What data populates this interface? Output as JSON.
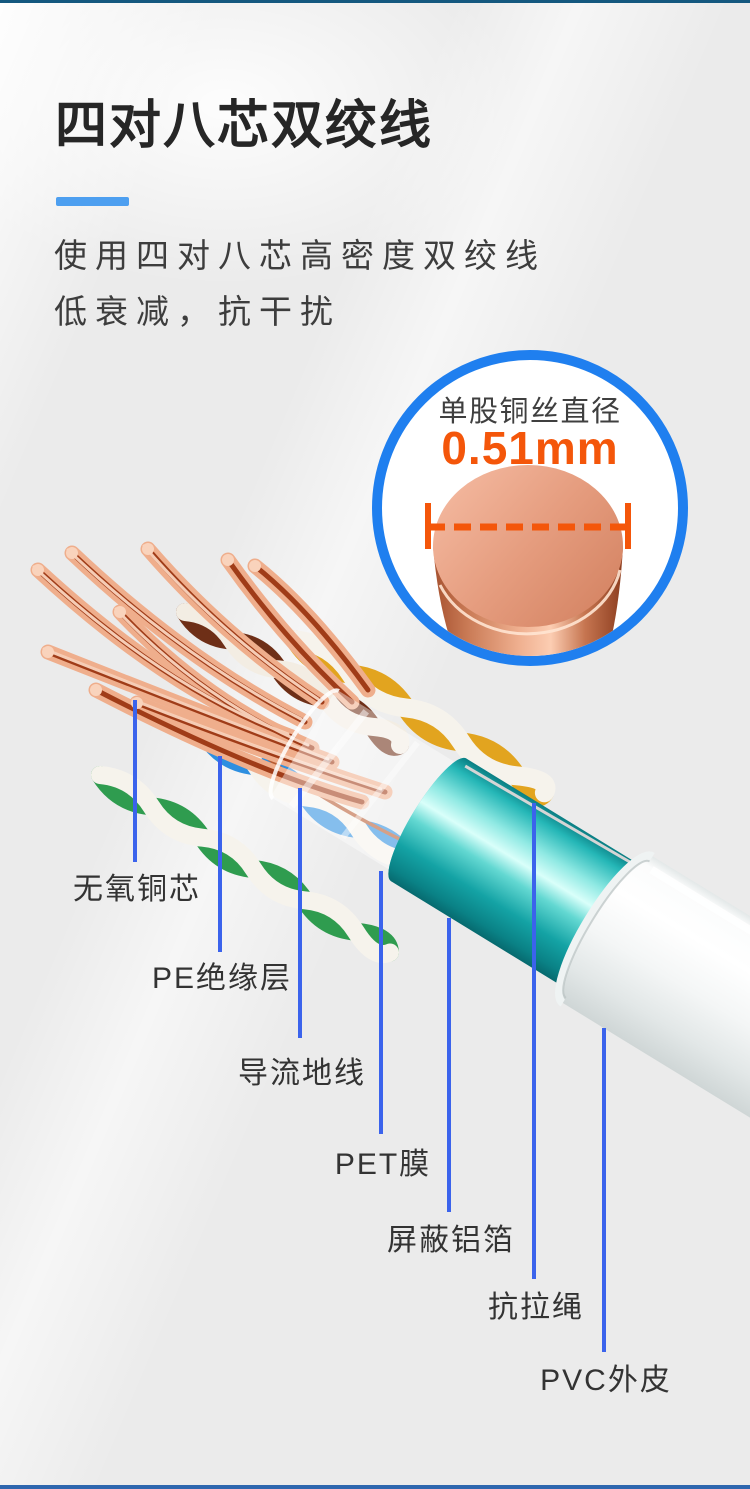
{
  "page": {
    "background": "#EBEBEB",
    "top_rule_color": "#14587F",
    "bottom_rule_color": "#2E66AE"
  },
  "header": {
    "title": "四对八芯双绞线",
    "accent_bar_color": "#4D9FF0",
    "subtitle_lines": [
      "使用四对八芯高密度双绞线",
      "低衰减，抗干扰"
    ]
  },
  "magnifier": {
    "caption": "单股铜丝直径",
    "diameter_value": "0.51mm",
    "ring_color": "#1F7FEF",
    "value_color": "#F4560A",
    "dash_color": "#F4560A",
    "copper_color": "#E39B7B"
  },
  "callouts": {
    "leader_color": "#3B63EC",
    "items": [
      {
        "id": "copper-core",
        "text": "无氧铜芯"
      },
      {
        "id": "pe-insulation",
        "text": "PE绝缘层"
      },
      {
        "id": "drain-wire",
        "text": "导流地线"
      },
      {
        "id": "pet-film",
        "text": "PET膜"
      },
      {
        "id": "foil-shield",
        "text": "屏蔽铝箔"
      },
      {
        "id": "rip-cord",
        "text": "抗拉绳"
      },
      {
        "id": "pvc-jacket",
        "text": "PVC外皮"
      }
    ]
  },
  "cable": {
    "jacket_color": "#F4F7F7",
    "shield_color": "#17ACAC",
    "film_color": "rgba(255,255,255,0.45)",
    "bare_copper_color": "#EFAE8C",
    "pair_colors": {
      "brown": "#6E2F17",
      "yellow": "#E2A41F",
      "blue": "#2E8FE0",
      "green": "#2F9C4F",
      "white": "#F6F3EC"
    }
  }
}
